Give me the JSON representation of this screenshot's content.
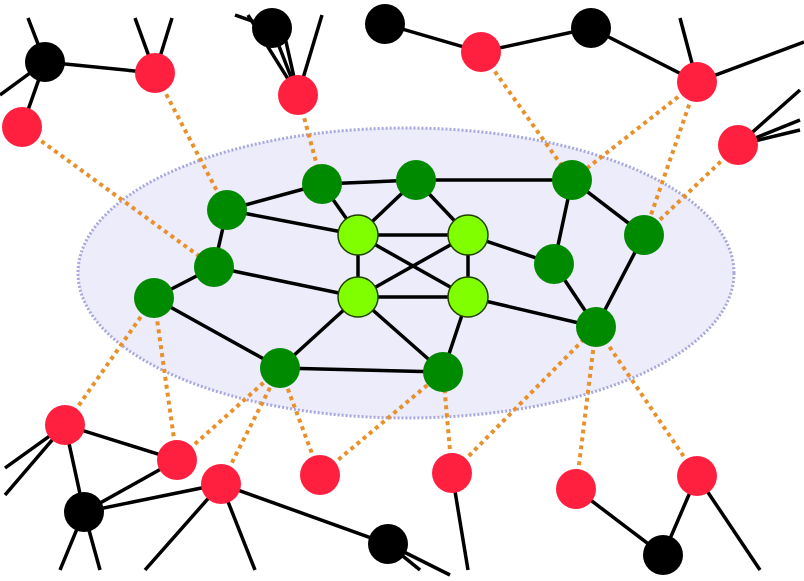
{
  "colors": {
    "core_node": "#008a00",
    "inner_core_node": "#80ff00",
    "boundary_node": "#ff2040",
    "outer_node": "#000000",
    "internal_edge": "#000000",
    "boundary_link": "#e8902a",
    "region_fill": "#ececfb",
    "region_stroke": "#a8a8dc"
  },
  "nodes": [
    {
      "id": "g1",
      "kind": "core_node"
    },
    {
      "id": "g2",
      "kind": "core_node"
    },
    {
      "id": "g3",
      "kind": "core_node"
    },
    {
      "id": "g4",
      "kind": "core_node"
    },
    {
      "id": "g5",
      "kind": "core_node"
    },
    {
      "id": "g6",
      "kind": "core_node"
    },
    {
      "id": "g7",
      "kind": "core_node"
    },
    {
      "id": "g8",
      "kind": "core_node"
    },
    {
      "id": "g9",
      "kind": "core_node"
    },
    {
      "id": "g10",
      "kind": "core_node"
    },
    {
      "id": "g11",
      "kind": "core_node"
    },
    {
      "id": "l1",
      "kind": "inner_core_node"
    },
    {
      "id": "l2",
      "kind": "inner_core_node"
    },
    {
      "id": "l3",
      "kind": "inner_core_node"
    },
    {
      "id": "l4",
      "kind": "inner_core_node"
    },
    {
      "id": "r1",
      "kind": "boundary_node"
    },
    {
      "id": "r2",
      "kind": "boundary_node"
    },
    {
      "id": "r3",
      "kind": "boundary_node"
    },
    {
      "id": "r4",
      "kind": "boundary_node"
    },
    {
      "id": "r5",
      "kind": "boundary_node"
    },
    {
      "id": "r6",
      "kind": "boundary_node"
    },
    {
      "id": "r7",
      "kind": "boundary_node"
    },
    {
      "id": "r8",
      "kind": "boundary_node"
    },
    {
      "id": "r9",
      "kind": "boundary_node"
    },
    {
      "id": "r10",
      "kind": "boundary_node"
    },
    {
      "id": "r11",
      "kind": "boundary_node"
    },
    {
      "id": "r12",
      "kind": "boundary_node"
    },
    {
      "id": "r13",
      "kind": "boundary_node"
    },
    {
      "id": "b1",
      "kind": "outer_node"
    },
    {
      "id": "b2",
      "kind": "outer_node"
    },
    {
      "id": "b3",
      "kind": "outer_node"
    },
    {
      "id": "b4",
      "kind": "outer_node"
    },
    {
      "id": "b5",
      "kind": "outer_node"
    },
    {
      "id": "b6",
      "kind": "outer_node"
    },
    {
      "id": "b7",
      "kind": "outer_node"
    }
  ],
  "edges": [
    [
      "g1",
      "g4"
    ],
    [
      "g1",
      "g2"
    ],
    [
      "g2",
      "g3"
    ],
    [
      "g4",
      "g5"
    ],
    [
      "g5",
      "g6"
    ],
    [
      "g4",
      "l1"
    ],
    [
      "g5",
      "l1"
    ],
    [
      "g5",
      "l2"
    ],
    [
      "g1",
      "l1"
    ],
    [
      "g2",
      "l3"
    ],
    [
      "l1",
      "l2"
    ],
    [
      "l3",
      "l4"
    ],
    [
      "l1",
      "l3"
    ],
    [
      "l2",
      "l4"
    ],
    [
      "l1",
      "l4"
    ],
    [
      "l2",
      "l3"
    ],
    [
      "g6",
      "g8"
    ],
    [
      "g6",
      "g7"
    ],
    [
      "g7",
      "g9"
    ],
    [
      "g8",
      "g9"
    ],
    [
      "l2",
      "g8"
    ],
    [
      "l4",
      "g9"
    ],
    [
      "g3",
      "g10"
    ],
    [
      "g10",
      "g11"
    ],
    [
      "g10",
      "l3"
    ],
    [
      "g11",
      "l4"
    ],
    [
      "l3",
      "g11"
    ],
    [
      "b1",
      "r1"
    ],
    [
      "b1",
      "r2"
    ],
    [
      "b2",
      "r3"
    ],
    [
      "b3",
      "r4"
    ],
    [
      "r4",
      "b4"
    ],
    [
      "b4",
      "r5"
    ],
    [
      "r7",
      "b5"
    ],
    [
      "r7",
      "r8"
    ],
    [
      "b5",
      "r8"
    ],
    [
      "b5",
      "r9"
    ],
    [
      "r9",
      "b6"
    ],
    [
      "r12",
      "b7"
    ],
    [
      "b7",
      "r13"
    ]
  ],
  "boundary_links": [
    [
      "r1",
      "g2"
    ],
    [
      "r2",
      "g1"
    ],
    [
      "r3",
      "g4"
    ],
    [
      "r4",
      "g6"
    ],
    [
      "r5",
      "g6"
    ],
    [
      "r5",
      "g7"
    ],
    [
      "r6",
      "g7"
    ],
    [
      "r7",
      "g3"
    ],
    [
      "r8",
      "g3"
    ],
    [
      "r8",
      "g10"
    ],
    [
      "r9",
      "g10"
    ],
    [
      "r10",
      "g10"
    ],
    [
      "r10",
      "g11"
    ],
    [
      "r11",
      "g11"
    ],
    [
      "r11",
      "g9"
    ],
    [
      "r12",
      "g9"
    ],
    [
      "r13",
      "g9"
    ]
  ]
}
